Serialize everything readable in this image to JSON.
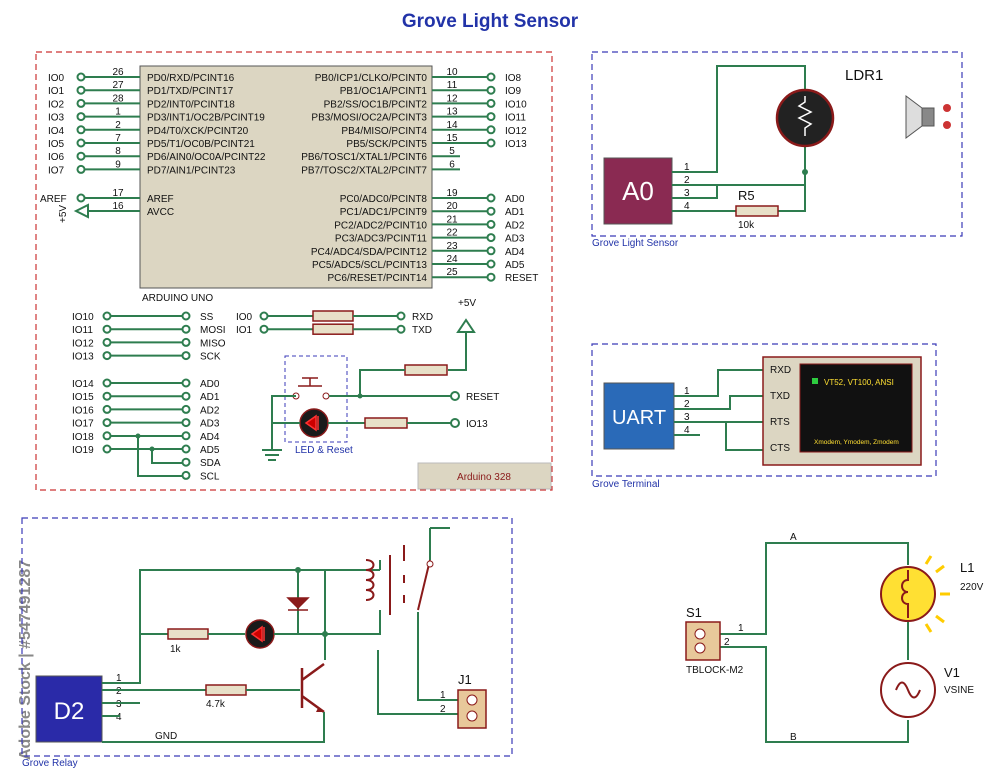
{
  "title": "Grove Light Sensor",
  "watermark": {
    "text": "Adobe Stock | #547491287"
  },
  "arduino": {
    "chip_label": "ARDUINO UNO",
    "panel_label": "Arduino 328",
    "left_pins": [
      {
        "net": "IO0",
        "num": "26",
        "name": "PD0/RXD/PCINT16"
      },
      {
        "net": "IO1",
        "num": "27",
        "name": "PD1/TXD/PCINT17"
      },
      {
        "net": "IO2",
        "num": "28",
        "name": "PD2/INT0/PCINT18"
      },
      {
        "net": "IO3",
        "num": "1",
        "name": "PD3/INT1/OC2B/PCINT19"
      },
      {
        "net": "IO4",
        "num": "2",
        "name": "PD4/T0/XCK/PCINT20"
      },
      {
        "net": "IO5",
        "num": "7",
        "name": "PD5/T1/OC0B/PCINT21"
      },
      {
        "net": "IO6",
        "num": "8",
        "name": "PD6/AIN0/OC0A/PCINT22"
      },
      {
        "net": "IO7",
        "num": "9",
        "name": "PD7/AIN1/PCINT23"
      }
    ],
    "power_pins": [
      {
        "net": "AREF",
        "num": "17",
        "name": "AREF"
      },
      {
        "net": "+5V",
        "num": "16",
        "name": "AVCC"
      }
    ],
    "right_pins_b": [
      {
        "net": "IO8",
        "num": "10",
        "name": "PB0/ICP1/CLKO/PCINT0"
      },
      {
        "net": "IO9",
        "num": "11",
        "name": "PB1/OC1A/PCINT1"
      },
      {
        "net": "IO10",
        "num": "12",
        "name": "PB2/SS/OC1B/PCINT2"
      },
      {
        "net": "IO11",
        "num": "13",
        "name": "PB3/MOSI/OC2A/PCINT3"
      },
      {
        "net": "IO12",
        "num": "14",
        "name": "PB4/MISO/PCINT4"
      },
      {
        "net": "IO13",
        "num": "15",
        "name": "PB5/SCK/PCINT5"
      },
      {
        "net": "",
        "num": "5",
        "name": "PB6/TOSC1/XTAL1/PCINT6"
      },
      {
        "net": "",
        "num": "6",
        "name": "PB7/TOSC2/XTAL2/PCINT7"
      }
    ],
    "right_pins_c": [
      {
        "net": "AD0",
        "num": "19",
        "name": "PC0/ADC0/PCINT8"
      },
      {
        "net": "AD1",
        "num": "20",
        "name": "PC1/ADC1/PCINT9"
      },
      {
        "net": "AD2",
        "num": "21",
        "name": "PC2/ADC2/PCINT10"
      },
      {
        "net": "AD3",
        "num": "22",
        "name": "PC3/ADC3/PCINT11"
      },
      {
        "net": "AD4",
        "num": "23",
        "name": "PC4/ADC4/SDA/PCINT12"
      },
      {
        "net": "AD5",
        "num": "24",
        "name": "PC5/ADC5/SCL/PCINT13"
      },
      {
        "net": "RESET",
        "num": "25",
        "name": "PC6/RESET/PCINT14"
      }
    ],
    "spi_map": [
      {
        "from": "IO10",
        "to": "SS"
      },
      {
        "from": "IO11",
        "to": "MOSI"
      },
      {
        "from": "IO12",
        "to": "MISO"
      },
      {
        "from": "IO13",
        "to": "SCK"
      }
    ],
    "analog_map": [
      {
        "from": "IO14",
        "to": "AD0"
      },
      {
        "from": "IO15",
        "to": "AD1"
      },
      {
        "from": "IO16",
        "to": "AD2"
      },
      {
        "from": "IO17",
        "to": "AD3"
      },
      {
        "from": "IO18",
        "to": "AD4"
      },
      {
        "from": "IO19",
        "to": "AD5"
      },
      {
        "from": "",
        "to": "SDA"
      },
      {
        "from": "",
        "to": "SCL"
      }
    ],
    "serial_map": [
      {
        "from": "IO0",
        "to": "RXD"
      },
      {
        "from": "IO1",
        "to": "TXD"
      }
    ],
    "plus5v": "+5V",
    "reset_label": "RESET",
    "io13_label": "IO13",
    "led_reset_label": "LED & Reset"
  },
  "light_sensor": {
    "panel_label": "Grove Light Sensor",
    "connector": "A0",
    "pins": [
      "1",
      "2",
      "3",
      "4"
    ],
    "ldr_label": "LDR1",
    "resistor_ref": "R5",
    "resistor_value": "10k"
  },
  "terminal": {
    "panel_label": "Grove Terminal",
    "connector": "UART",
    "pins": [
      "1",
      "2",
      "3",
      "4"
    ],
    "signals": [
      "RXD",
      "TXD",
      "RTS",
      "CTS"
    ],
    "screen_top": "VT52, VT100, ANSI",
    "screen_bottom": "Xmodem, Ymodem, Zmodem"
  },
  "relay": {
    "panel_label": "Grove Relay",
    "connector": "D2",
    "pins": [
      "1",
      "2",
      "3",
      "4"
    ],
    "gnd_label": "GND",
    "r1_value": "1k",
    "r2_value": "4.7k",
    "jack_label": "J1",
    "jack_pins": [
      "1",
      "2"
    ]
  },
  "lamp_circuit": {
    "node_a": "A",
    "node_b": "B",
    "switch_ref": "S1",
    "switch_type": "TBLOCK-M2",
    "switch_pins": [
      "1",
      "2"
    ],
    "lamp_ref": "L1",
    "lamp_value": "220V",
    "source_ref": "V1",
    "source_type": "VSINE"
  },
  "colors": {
    "wire": "#2e7d4f",
    "panel_blue": "#1a2c8e",
    "connector_maroon": "#8a2a52",
    "chip_fill": "#dcd6c2",
    "lamp_yellow": "#ffe033"
  }
}
